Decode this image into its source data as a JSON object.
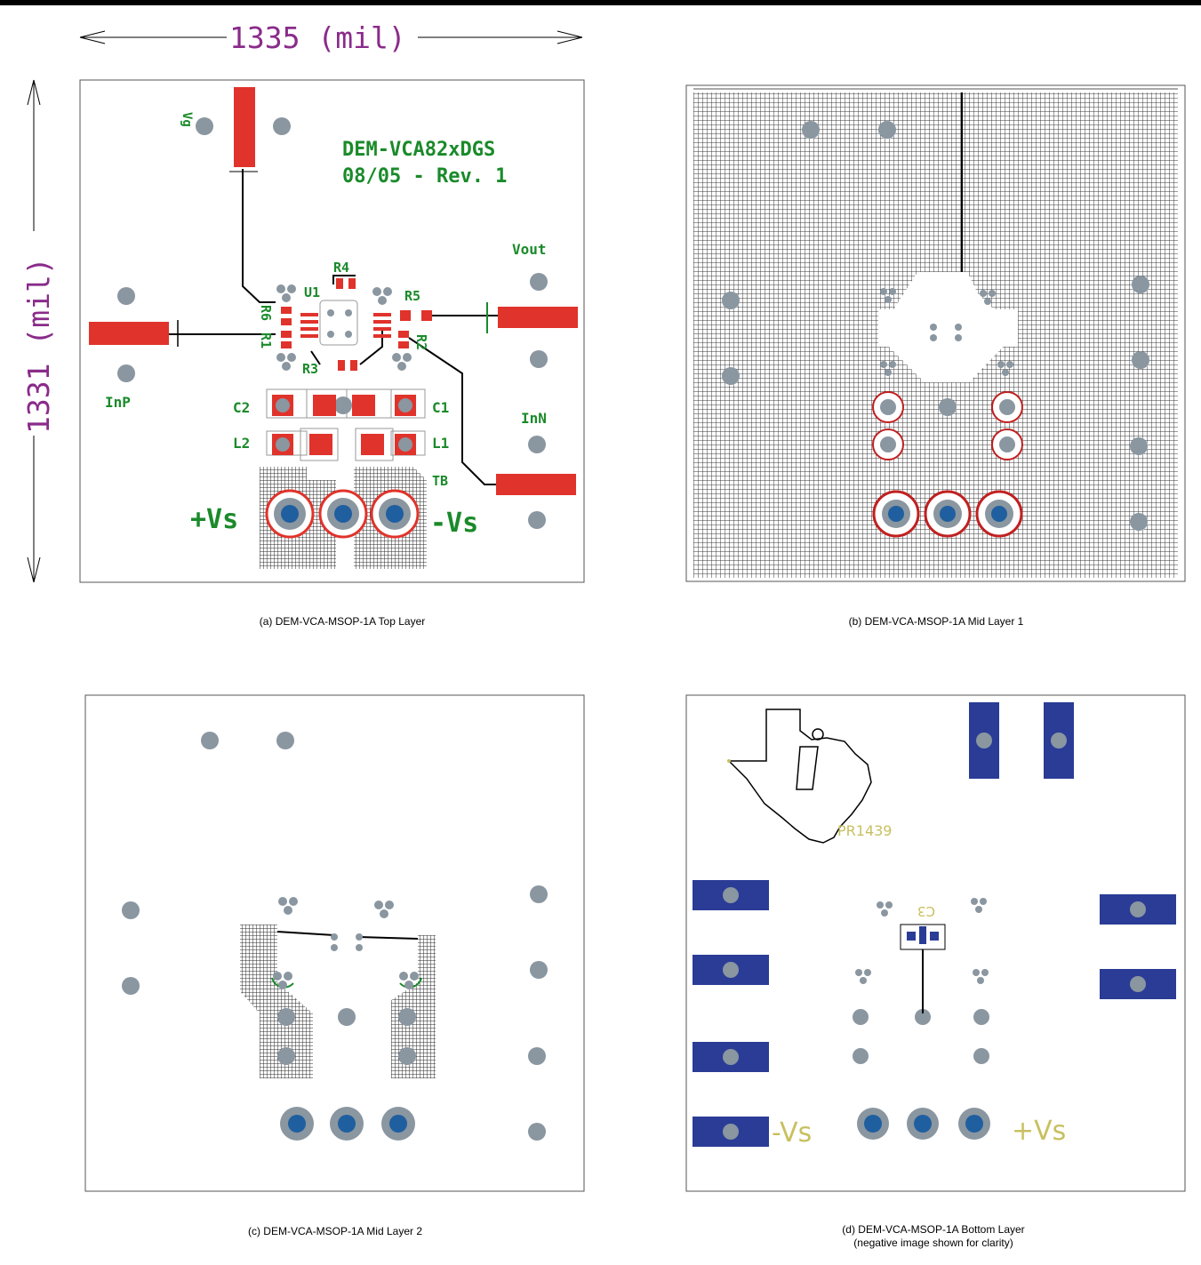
{
  "dimensions": {
    "width_label": "1335 (mil)",
    "height_label": "1331 (mil)"
  },
  "panels": {
    "a": {
      "caption": "(a) DEM-VCA-MSOP-1A Top Layer",
      "board_title": "DEM-VCA82xDGS",
      "board_rev": "08/05 - Rev. 1",
      "labels": {
        "vg": "Vg",
        "vout": "Vout",
        "inp": "InP",
        "inn": "InN",
        "r4": "R4",
        "u1": "U1",
        "r5": "R5",
        "r6": "R6",
        "r1": "R1",
        "r2": "R2",
        "r3": "R3",
        "c2": "C2",
        "c1": "C1",
        "l2": "L2",
        "l1": "L1",
        "tb": "TB",
        "vs_plus": "+Vs",
        "vs_minus": "-Vs"
      }
    },
    "b": {
      "caption": "(b) DEM-VCA-MSOP-1A Mid Layer 1"
    },
    "c": {
      "caption": "(c) DEM-VCA-MSOP-1A Mid Layer 2"
    },
    "d": {
      "caption_line1": "(d) DEM-VCA-MSOP-1A Bottom Layer",
      "caption_line2": "(negative image shown for clarity)",
      "part_number": "PR1439",
      "c3": "C3",
      "vs_minus": "-Vs",
      "vs_plus": "+Vs"
    }
  },
  "colors": {
    "copper_top": "#e0332b",
    "silkscreen": "#1a8a2a",
    "via": "#8a96a0",
    "plated_hole": "#1f5fa0",
    "bottom_pad": "#2a3c96",
    "dimension": "#8a2b8a",
    "bottom_silk": "#c8c060"
  }
}
